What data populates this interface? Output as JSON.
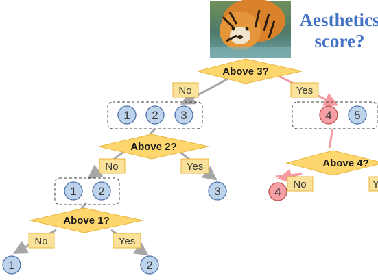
{
  "title": "Aesthetics score?",
  "image": {
    "subject": "tiger-standing-in-water-photo"
  },
  "colors": {
    "diamond_fill": "#fdd76e",
    "diamond_stroke": "#e8b53a",
    "label_fill": "#fbe29b",
    "circle_blue": "#bdd3ec",
    "circle_blue_stroke": "#4c71a8",
    "circle_red": "#f4a0a6",
    "circle_red_stroke": "#c0504d",
    "edge_gray": "#a6a6a6",
    "edge_red": "#f59aa0",
    "title_blue": "#4472c4"
  },
  "questions": [
    {
      "id": "q3",
      "text": "Above 3?"
    },
    {
      "id": "q2",
      "text": "Above 2?"
    },
    {
      "id": "q4",
      "text": "Above 4?"
    },
    {
      "id": "q1",
      "text": "Above 1?"
    }
  ],
  "edge_labels": [
    {
      "id": "q3-no",
      "text": "No"
    },
    {
      "id": "q3-yes",
      "text": "Yes"
    },
    {
      "id": "q2-no",
      "text": "No"
    },
    {
      "id": "q2-yes",
      "text": "Yes"
    },
    {
      "id": "q4-no",
      "text": "No"
    },
    {
      "id": "q4-yes",
      "text": "Y"
    },
    {
      "id": "q1-no",
      "text": "No"
    },
    {
      "id": "q1-yes",
      "text": "Yes"
    }
  ],
  "groups": [
    {
      "id": "g123",
      "scores": [
        "1",
        "2",
        "3"
      ]
    },
    {
      "id": "g45",
      "scores": [
        "4",
        "5"
      ]
    },
    {
      "id": "g12",
      "scores": [
        "1",
        "2"
      ]
    }
  ],
  "leaves": [
    {
      "id": "leaf3",
      "score": "3"
    },
    {
      "id": "leaf4",
      "score": "4"
    },
    {
      "id": "leaf1",
      "score": "1"
    },
    {
      "id": "leaf2",
      "score": "2"
    }
  ]
}
